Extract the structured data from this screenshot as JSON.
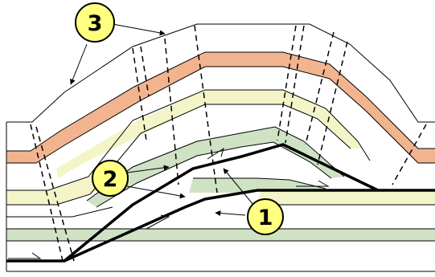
{
  "colors": {
    "background": "#ffffff",
    "orange_layer": "#f2b48f",
    "pale_yellow_layer": "#f3f5c8",
    "green_layer": "#cfe3c4",
    "label_fill": "#ffff80",
    "line": "#000000"
  },
  "labels": {
    "one": "1",
    "two": "2",
    "three": "3"
  },
  "icons": {
    "slip_arrows": "open-half-arrow"
  }
}
